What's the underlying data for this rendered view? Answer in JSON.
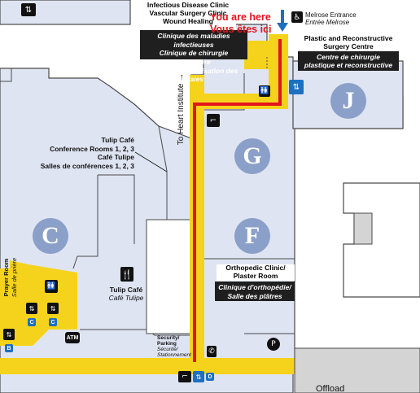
{
  "zones": [
    "C",
    "G",
    "F",
    "J"
  ],
  "labels": {
    "clinic_en_line1": "Infectious Disease Clinic",
    "clinic_en_line2": "Vascular Surgery Clinic",
    "clinic_en_line3": "Wound Healing",
    "clinic_fr_line1": "Clinique des maladies infectieuses",
    "clinic_fr_line2": "Clinique de chirurgie vasculaire",
    "clinic_fr_line3": "Centre de cicatrisation des plaies",
    "you_are_here": "You are here",
    "vous_etes_ici": "Vous êtes ici",
    "melrose_entrance": "Melrose Entrance",
    "entree_melrose": "Entrée Melrose",
    "plastic_en_line1": "Plastic and Reconstructive",
    "plastic_en_line2": "Surgery Centre",
    "plastic_fr_line1": "Centre de chirurgie",
    "plastic_fr_line2": "plastique et reconstructive",
    "to_heart_institute": "To Heart Institute →",
    "tulip_cafe": "Tulip Café",
    "conference_rooms": "Conference Rooms 1, 2, 3",
    "cafe_tulipe": "Café Tulipe",
    "salles_conferences": "Salles de conférences 1, 2, 3",
    "tulip_cafe_2": "Tulip Café",
    "cafe_tulipe_2": "Café Tulipe",
    "prayer_room": "Prayer Room",
    "salle_priere": "Salle de prière",
    "ortho_en_line1": "Orthopedic Clinic/",
    "ortho_en_line2": "Plaster Room",
    "ortho_fr_line1": "Clinique d'orthopédie/",
    "ortho_fr_line2": "Salle des plâtres",
    "security_en_line1": "Security/",
    "security_en_line2": "Parking",
    "security_fr_line1": "Sécurité/",
    "security_fr_line2": "Stationnement",
    "atm": "ATM",
    "offload": "Offload",
    "badge_c1": "C",
    "badge_c2": "C",
    "badge_b": "B",
    "badge_d": "D"
  },
  "icons": {
    "top_left": "elevator-icon",
    "accessible": "wheelchair-icon",
    "arrow": "down-arrow-icon",
    "restrooms": "restroom-icon",
    "elevator": "elevator-icon",
    "stairs": "stairs-icon",
    "cafe": "cutlery-icon",
    "phone": "phone-icon",
    "parking_pay": "parking-pay-icon"
  },
  "colors": {
    "building": "#dfe4f2",
    "outline": "#4a4a4a",
    "corridor": "#f5d31c",
    "route": "#e3141b",
    "zone_circle": "#8ba0c8",
    "offload_area": "#d4d4d4",
    "dark_box": "#1f1f1f",
    "accent_blue": "#1e6fc0"
  }
}
